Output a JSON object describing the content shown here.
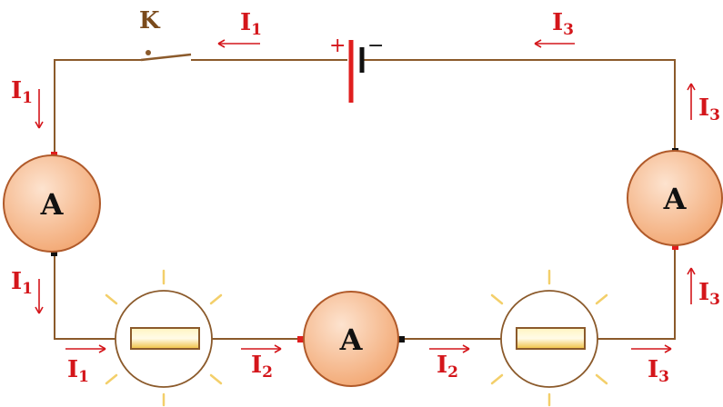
{
  "switch": {
    "label": "K"
  },
  "battery": {
    "plus": "+",
    "minus": "−"
  },
  "ammeters": [
    {
      "id": "left",
      "label": "A"
    },
    {
      "id": "right",
      "label": "A"
    },
    {
      "id": "middle",
      "label": "A"
    }
  ],
  "currents": [
    {
      "id": "top-left",
      "main": "I",
      "sub": "1"
    },
    {
      "id": "top-right",
      "main": "I",
      "sub": "3"
    },
    {
      "id": "left-upper",
      "main": "I",
      "sub": "1"
    },
    {
      "id": "left-lower",
      "main": "I",
      "sub": "1"
    },
    {
      "id": "right-upper",
      "main": "I",
      "sub": "3"
    },
    {
      "id": "right-lower",
      "main": "I",
      "sub": "3"
    },
    {
      "id": "bottom-left",
      "main": "I",
      "sub": "1"
    },
    {
      "id": "bottom-mid-left",
      "main": "I",
      "sub": "2"
    },
    {
      "id": "bottom-mid-right",
      "main": "I",
      "sub": "2"
    },
    {
      "id": "bottom-right",
      "main": "I",
      "sub": "3"
    }
  ],
  "colors": {
    "wire": "#8b5a2b",
    "current": "#d4161b",
    "meter_fill": "#f5b383",
    "meter_stroke": "#b05a2a",
    "lamp_fill": "#f2c94c",
    "ray": "#f3cf6a"
  }
}
